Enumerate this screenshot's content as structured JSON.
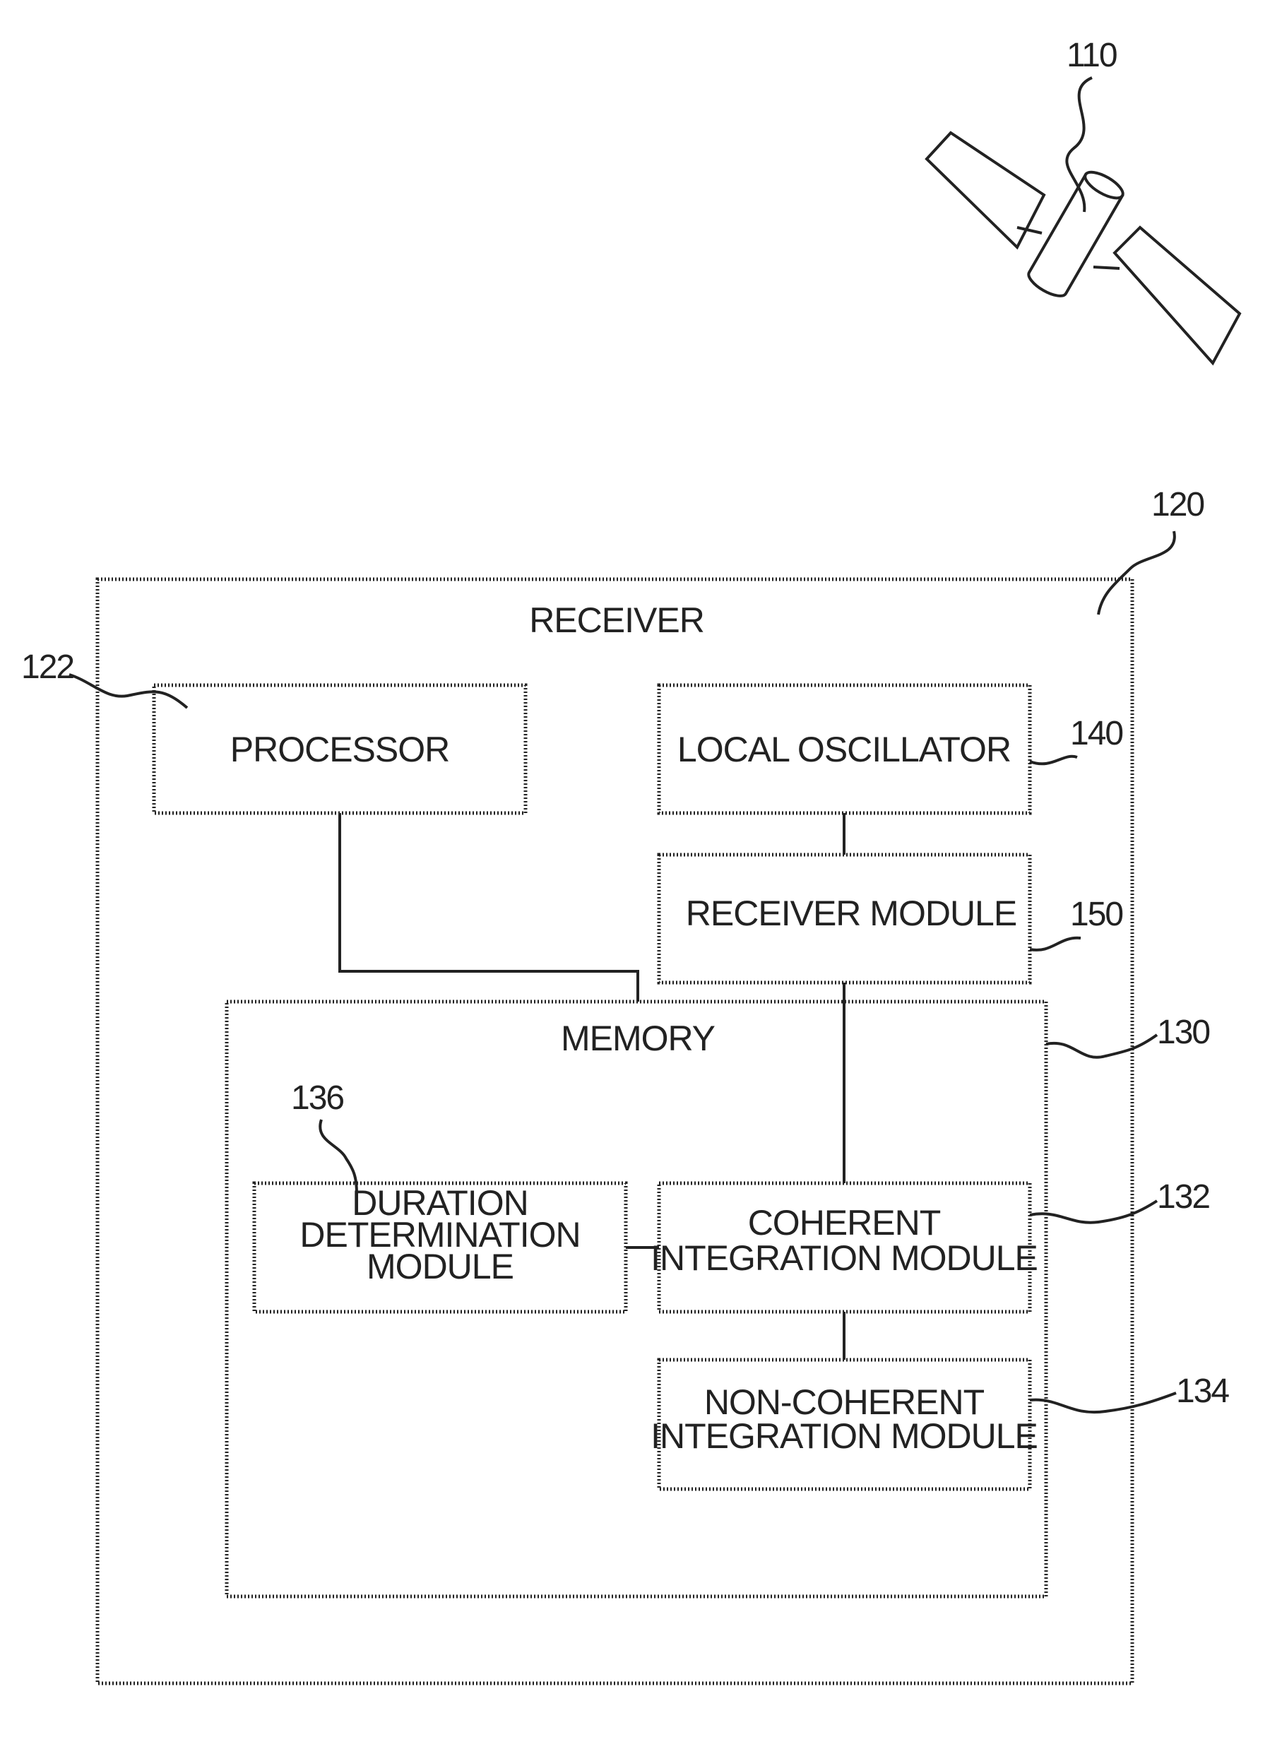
{
  "satellite": {
    "ref": "110",
    "icon": "satellite-icon"
  },
  "receiver": {
    "ref": "120",
    "title": "RECEIVER",
    "processor": {
      "ref": "122",
      "label": "PROCESSOR"
    },
    "local_oscillator": {
      "ref": "140",
      "label": "LOCAL OSCILLATOR"
    },
    "receiver_module": {
      "ref": "150",
      "label": "RECEIVER MODULE"
    },
    "memory": {
      "ref": "130",
      "title": "MEMORY",
      "duration_module": {
        "ref": "136",
        "lines": [
          "DURATION",
          "DETERMINATION",
          "MODULE"
        ]
      },
      "coherent_module": {
        "ref": "132",
        "lines": [
          "COHERENT",
          "INTEGRATION MODULE"
        ]
      },
      "noncoherent_module": {
        "ref": "134",
        "lines": [
          "NON-COHERENT",
          "INTEGRATION MODULE"
        ]
      }
    }
  }
}
